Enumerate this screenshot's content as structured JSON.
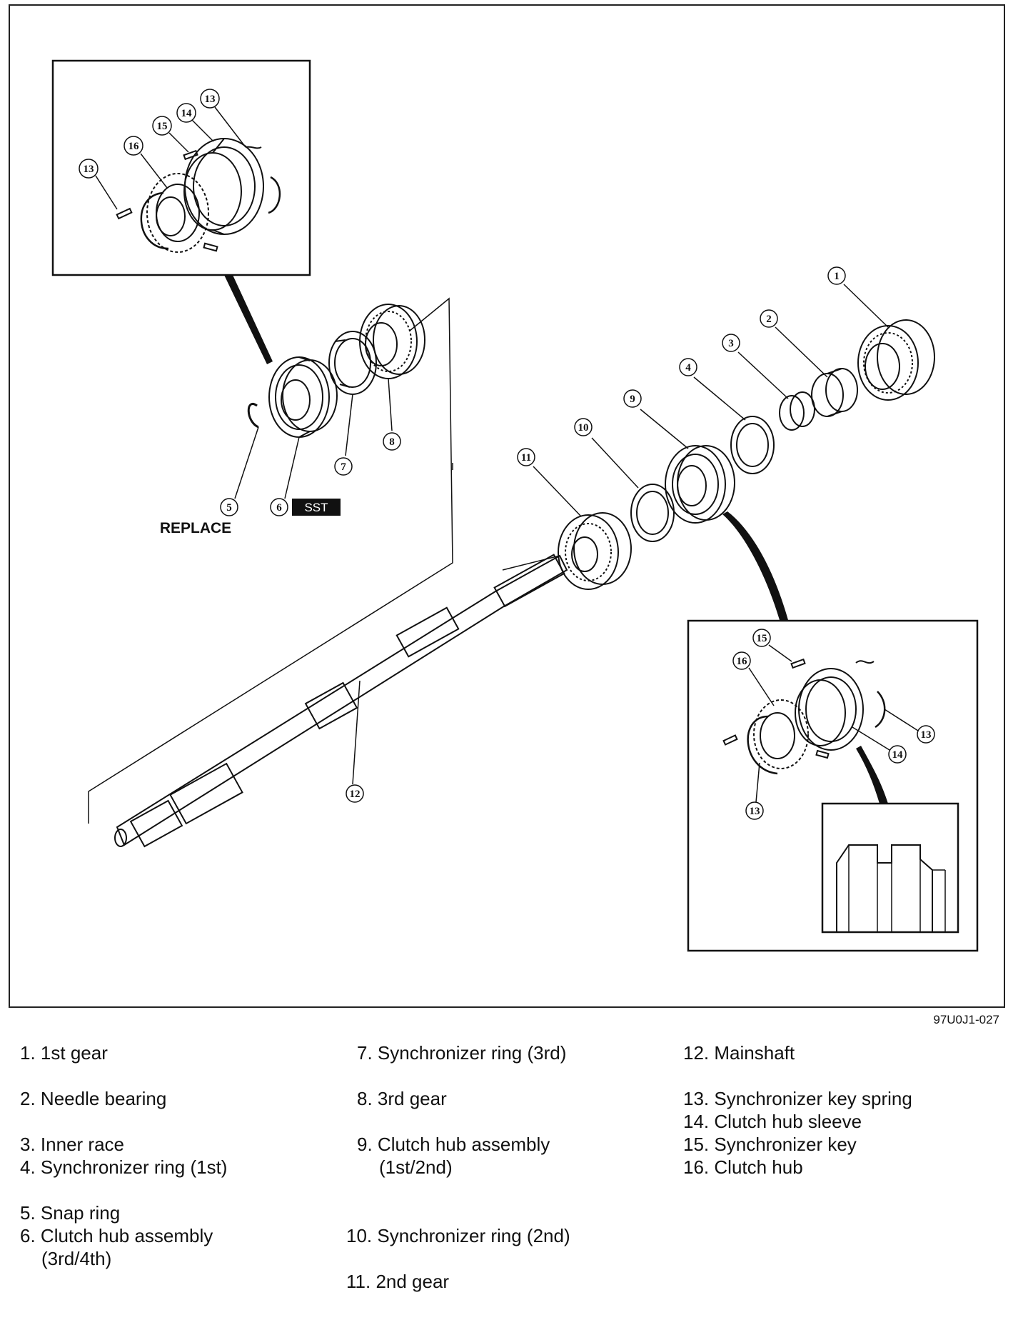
{
  "figure_code": "97U0J1-027",
  "callouts": {
    "c1": "1",
    "c2": "2",
    "c3": "3",
    "c4": "4",
    "c5": "5",
    "c6": "6",
    "c7": "7",
    "c8": "8",
    "c9": "9",
    "c10": "10",
    "c11": "11",
    "c12": "12",
    "c13": "13",
    "c14": "14",
    "c15": "15",
    "c16": "16"
  },
  "labels": {
    "replace": "REPLACE",
    "sst": "SST"
  },
  "legend": {
    "items": [
      {
        "num": "1.",
        "text": "1st gear"
      },
      {
        "num": "2.",
        "text": "Needle bearing"
      },
      {
        "num": "3.",
        "text": "Inner race"
      },
      {
        "num": "4.",
        "text": "Synchronizer ring (1st)"
      },
      {
        "num": "5.",
        "text": "Snap ring"
      },
      {
        "num": "6.",
        "text": "Clutch hub assembly"
      },
      {
        "num": "",
        "text": "(3rd/4th)"
      },
      {
        "num": "7.",
        "text": "Synchronizer ring (3rd)"
      },
      {
        "num": "8.",
        "text": "3rd gear"
      },
      {
        "num": "9.",
        "text": "Clutch hub assembly"
      },
      {
        "num": "",
        "text": "(1st/2nd)"
      },
      {
        "num": "10.",
        "text": "Synchronizer ring (2nd)"
      },
      {
        "num": "11.",
        "text": "2nd gear"
      },
      {
        "num": "12.",
        "text": "Mainshaft"
      },
      {
        "num": "13.",
        "text": "Synchronizer key spring"
      },
      {
        "num": "14.",
        "text": "Clutch hub sleeve"
      },
      {
        "num": "15.",
        "text": "Synchronizer key"
      },
      {
        "num": "16.",
        "text": "Clutch hub"
      }
    ]
  }
}
